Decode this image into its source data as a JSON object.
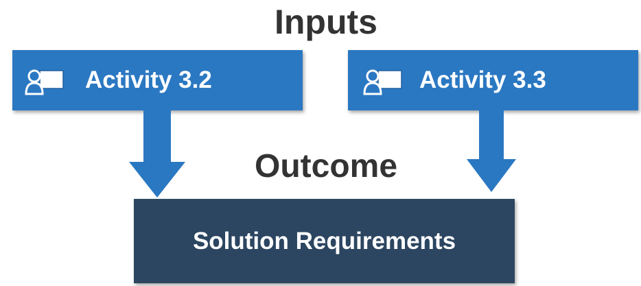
{
  "headings": {
    "inputs": "Inputs",
    "outcome": "Outcome"
  },
  "inputs": [
    {
      "label": "Activity 3.2",
      "icon": "presenter-icon"
    },
    {
      "label": "Activity 3.3",
      "icon": "presenter-icon"
    }
  ],
  "outcome": {
    "label": "Solution Requirements"
  },
  "colors": {
    "activity_box": "#2b78c2",
    "arrow": "#2b78c2",
    "outcome_box": "#2c4661",
    "heading_text": "#333333",
    "box_text": "#ffffff"
  }
}
